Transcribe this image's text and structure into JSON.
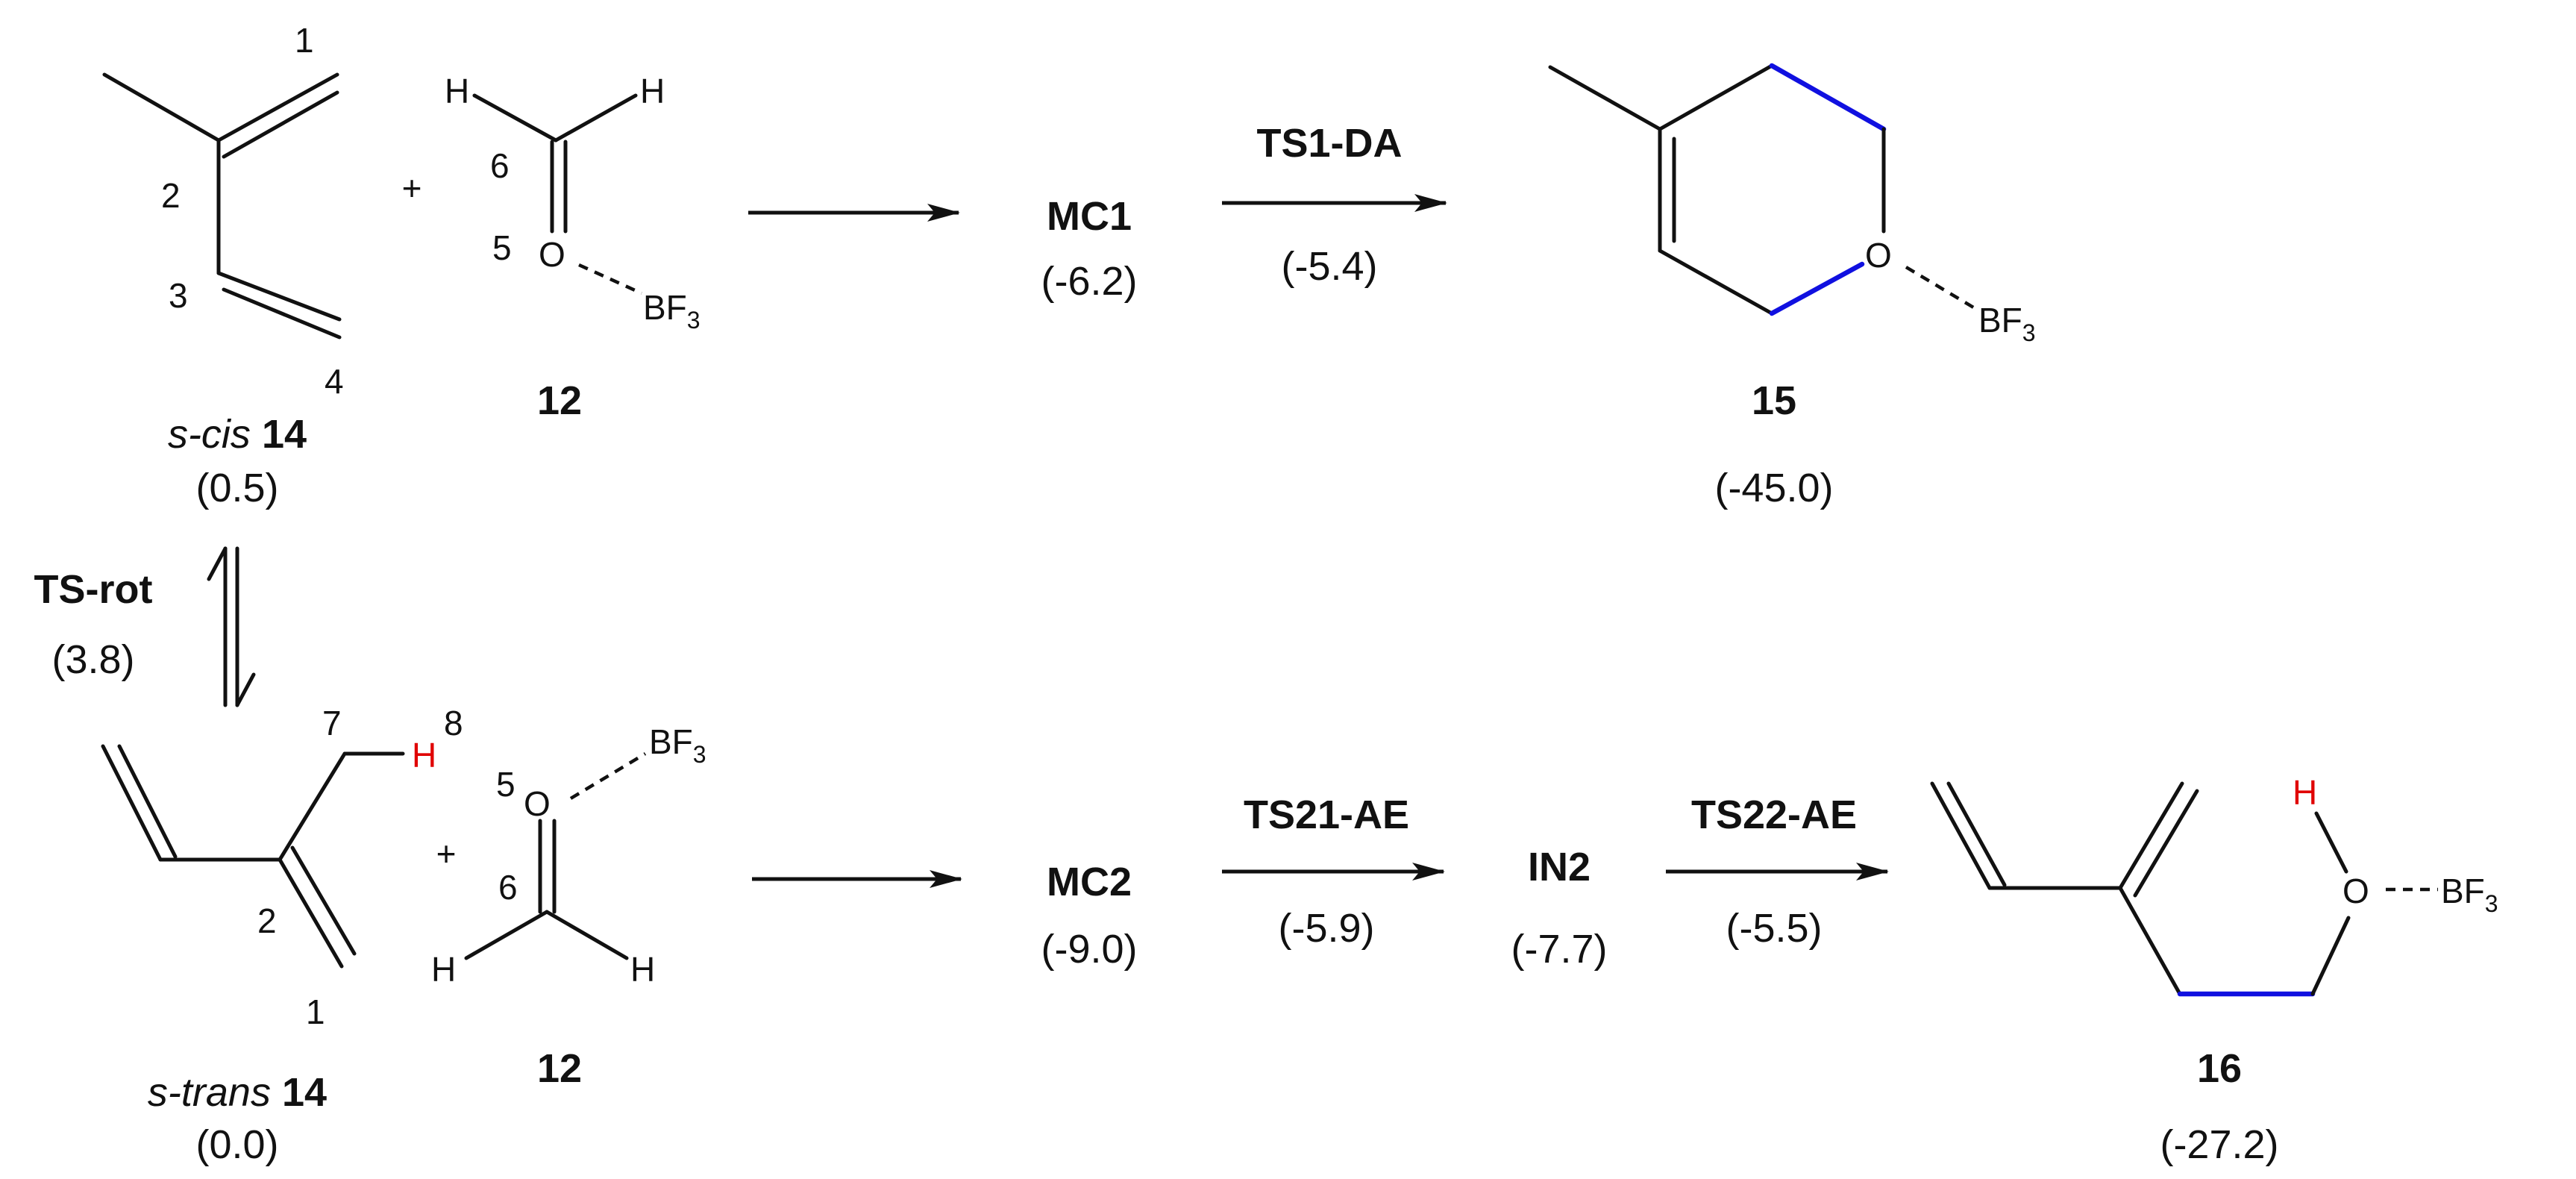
{
  "colors": {
    "ink": "#111111",
    "new_bond": "#1010e0",
    "migrating_h": "#e00000"
  },
  "top_row": {
    "diene": {
      "name_prefix": "s-cis",
      "number": "14",
      "energy": "(0.5)",
      "atom_labels": {
        "c1": "1",
        "c2": "2",
        "c3": "3",
        "c4": "4"
      }
    },
    "plus": "+",
    "aldehyde": {
      "number": "12",
      "atom_labels": {
        "h_left": "H",
        "h_right": "H",
        "c6": "6",
        "o5": "5",
        "o": "O",
        "bf": "BF",
        "sub3": "3"
      }
    },
    "intermediate": {
      "name": "MC1",
      "energy": "(-6.2)"
    },
    "ts": {
      "name": "TS1-DA",
      "energy": "(-5.4)"
    },
    "product": {
      "number": "15",
      "energy": "(-45.0)",
      "o": "O",
      "bf": "BF",
      "sub3": "3"
    }
  },
  "rotation": {
    "name": "TS-rot",
    "energy": "(3.8)"
  },
  "bottom_row": {
    "diene": {
      "name_prefix": "s-trans",
      "number": "14",
      "energy": "(0.0)",
      "atom_labels": {
        "c7": "7",
        "h8": "8",
        "h": "H",
        "c2": "2",
        "c1": "1"
      }
    },
    "plus": "+",
    "aldehyde": {
      "number": "12",
      "atom_labels": {
        "o5": "5",
        "o": "O",
        "bf": "BF",
        "sub3": "3",
        "c6": "6",
        "h_left": "H",
        "h_right": "H"
      }
    },
    "intermediate1": {
      "name": "MC2",
      "energy": "(-9.0)"
    },
    "ts1": {
      "name": "TS21-AE",
      "energy": "(-5.9)"
    },
    "intermediate2": {
      "name": "IN2",
      "energy": "(-7.7)"
    },
    "ts2": {
      "name": "TS22-AE",
      "energy": "(-5.5)"
    },
    "product": {
      "number": "16",
      "energy": "(-27.2)",
      "h": "H",
      "o": "O",
      "bf": "BF",
      "sub3": "3"
    }
  }
}
